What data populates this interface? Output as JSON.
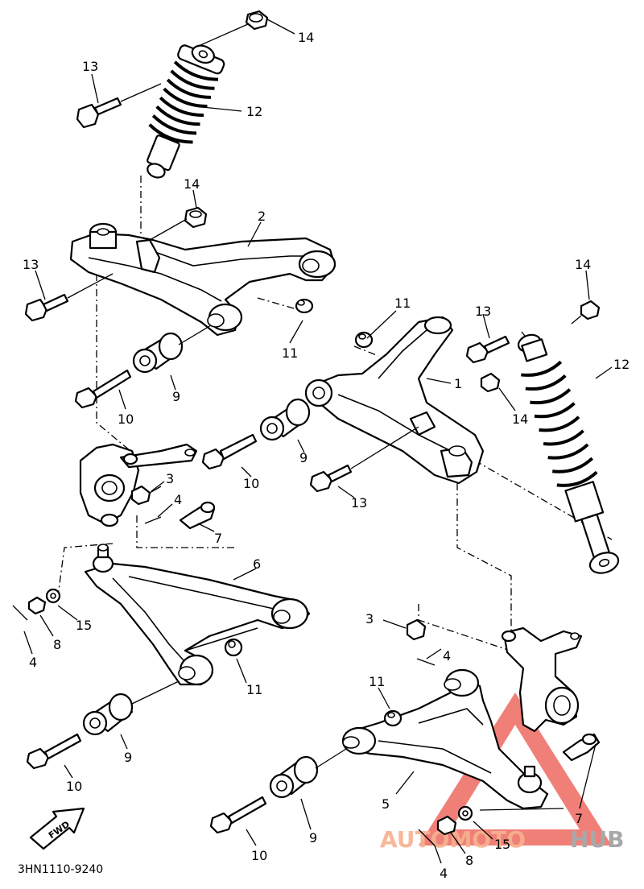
{
  "diagram": {
    "code": "3HN1110-9240",
    "fwd_label": "FWD",
    "watermark": {
      "text_a": "AUTOMOTO",
      "text_b": "HUB",
      "color_a": "#f4a47a",
      "color_b": "#9a9a9a",
      "triangle_color": "#e8433a"
    },
    "callouts": {
      "c1": "1",
      "c2": "2",
      "c3a": "3",
      "c3b": "3",
      "c4a": "4",
      "c4b": "4",
      "c4c": "4",
      "c4d": "4",
      "c5": "5",
      "c6": "6",
      "c7a": "7",
      "c7b": "7",
      "c8a": "8",
      "c8b": "8",
      "c9a": "9",
      "c9b": "9",
      "c9c": "9",
      "c9d": "9",
      "c10a": "10",
      "c10b": "10",
      "c10c": "10",
      "c10d": "10",
      "c11a": "11",
      "c11b": "11",
      "c11c": "11",
      "c11d": "11",
      "c12a": "12",
      "c12b": "12",
      "c13a": "13",
      "c13b": "13",
      "c13c": "13",
      "c14a": "14",
      "c14b": "14",
      "c14c": "14",
      "c14d": "14",
      "c15a": "15",
      "c15b": "15"
    }
  }
}
